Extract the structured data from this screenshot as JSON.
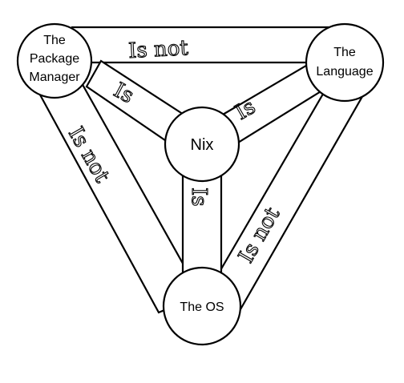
{
  "nodes": {
    "package_manager": [
      "The",
      "Package",
      "Manager"
    ],
    "language": [
      "The",
      "Language"
    ],
    "os": "The OS",
    "nix": "Nix"
  },
  "edges": {
    "pm_language": "Is not",
    "pm_os": "Is not",
    "language_os": "Is not",
    "pm_nix": "Is",
    "language_nix": "Is",
    "nix_os": "Is"
  }
}
